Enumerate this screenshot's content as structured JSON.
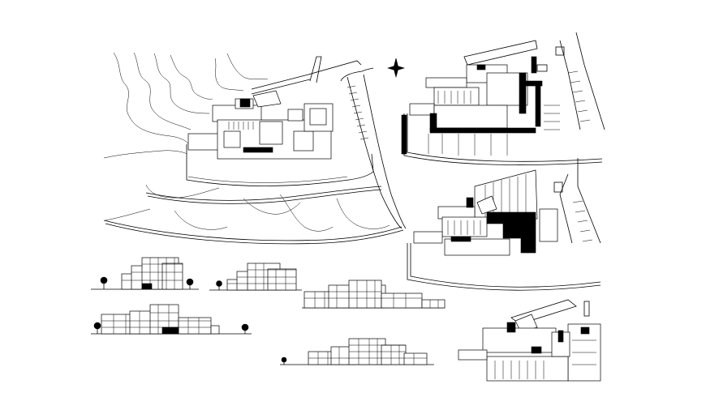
{
  "drawing": {
    "background_color": "#ffffff",
    "line_color": "#000000",
    "icons": [
      "north-arrow-icon",
      "tree-icon"
    ],
    "views": [
      "site-plan",
      "ground-floor-plan",
      "upper-floor-plan",
      "partial-floor-plan",
      "elevations"
    ]
  }
}
